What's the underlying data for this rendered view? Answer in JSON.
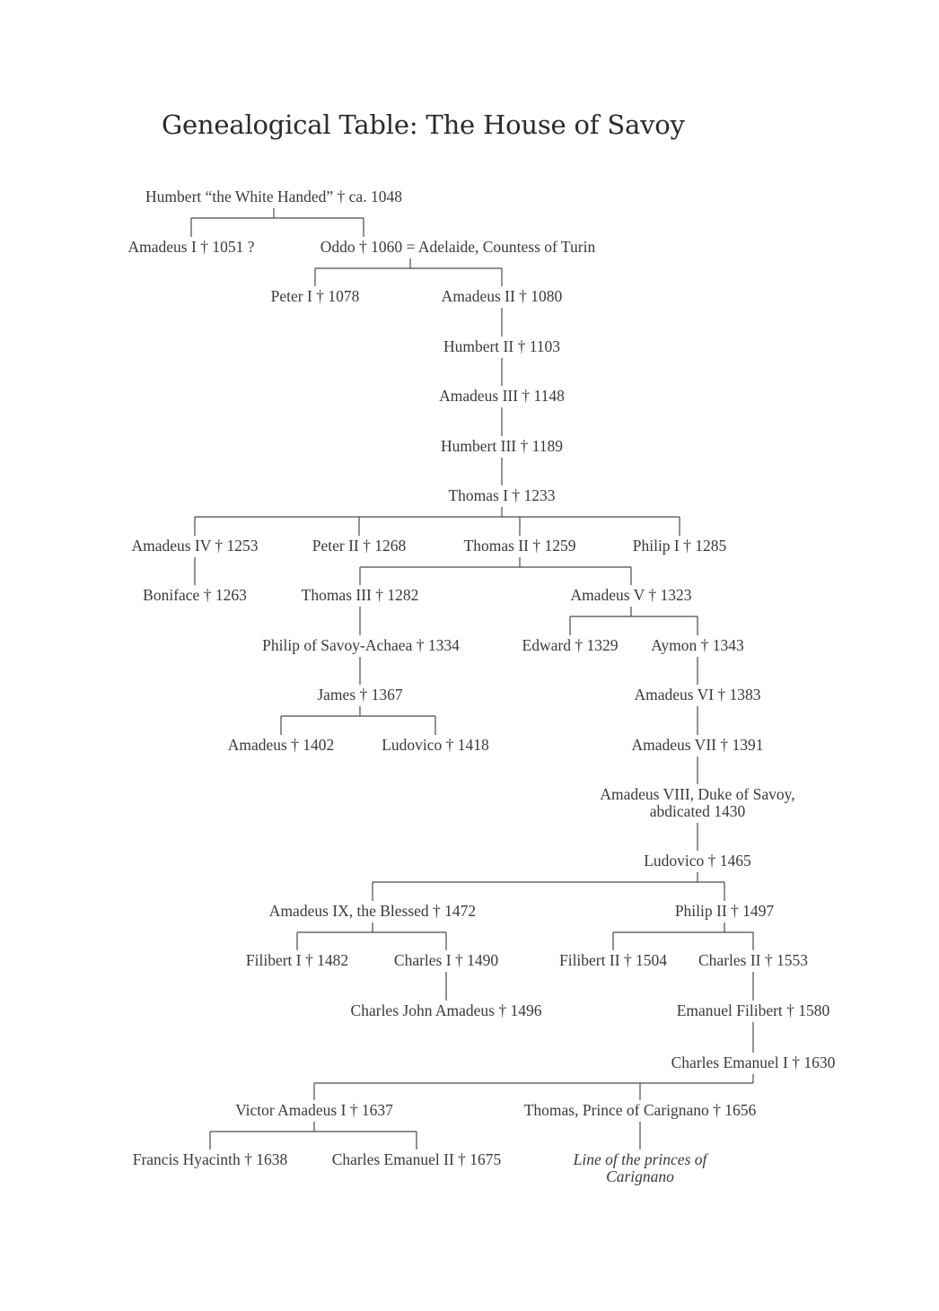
{
  "title": "Genealogical Table: The House of Savoy",
  "colors": {
    "text": "#3a3a3a",
    "line": "#4a4a4a",
    "background": "#ffffff"
  },
  "nodes": [
    {
      "id": "humbert-white-handed",
      "label": "Humbert “the White Handed” † ca. 1048"
    },
    {
      "id": "amadeus-i",
      "label": "Amadeus I † 1051 ?"
    },
    {
      "id": "oddo",
      "label": "Oddo † 1060 = Adelaide, Countess of Turin"
    },
    {
      "id": "peter-i",
      "label": "Peter I † 1078"
    },
    {
      "id": "amadeus-ii",
      "label": "Amadeus  II † 1080"
    },
    {
      "id": "humbert-ii",
      "label": "Humbert II † 1103"
    },
    {
      "id": "amadeus-iii",
      "label": "Amadeus III † 1148"
    },
    {
      "id": "humbert-iii",
      "label": "Humbert III † 1189"
    },
    {
      "id": "thomas-i",
      "label": "Thomas I † 1233"
    },
    {
      "id": "amadeus-iv",
      "label": "Amadeus IV † 1253"
    },
    {
      "id": "peter-ii",
      "label": "Peter II † 1268"
    },
    {
      "id": "thomas-ii",
      "label": "Thomas II † 1259"
    },
    {
      "id": "philip-i",
      "label": "Philip I † 1285"
    },
    {
      "id": "boniface",
      "label": "Boniface † 1263"
    },
    {
      "id": "thomas-iii",
      "label": "Thomas III † 1282"
    },
    {
      "id": "amadeus-v",
      "label": "Amadeus V † 1323"
    },
    {
      "id": "philip-savoy-achaea",
      "label": "Philip of Savoy-Achaea † 1334"
    },
    {
      "id": "edward",
      "label": "Edward † 1329"
    },
    {
      "id": "aymon",
      "label": "Aymon † 1343"
    },
    {
      "id": "james",
      "label": "James † 1367"
    },
    {
      "id": "amadeus-vi",
      "label": "Amadeus VI † 1383"
    },
    {
      "id": "amadeus-1402",
      "label": "Amadeus † 1402"
    },
    {
      "id": "ludovico-1418",
      "label": "Ludovico † 1418"
    },
    {
      "id": "amadeus-vii",
      "label": "Amadeus VII † 1391"
    },
    {
      "id": "amadeus-viii",
      "label": "Amadeus VIII, Duke of Savoy,\nabdicated 1430"
    },
    {
      "id": "ludovico-1465",
      "label": "Ludovico † 1465"
    },
    {
      "id": "amadeus-ix",
      "label": "Amadeus IX, the Blessed † 1472"
    },
    {
      "id": "philip-ii",
      "label": "Philip II † 1497"
    },
    {
      "id": "filibert-i",
      "label": "Filibert I † 1482"
    },
    {
      "id": "charles-i",
      "label": "Charles I † 1490"
    },
    {
      "id": "filibert-ii",
      "label": "Filibert II † 1504"
    },
    {
      "id": "charles-ii",
      "label": "Charles II † 1553"
    },
    {
      "id": "charles-john-amadeus",
      "label": "Charles John Amadeus † 1496"
    },
    {
      "id": "emanuel-filibert",
      "label": "Emanuel Filibert † 1580"
    },
    {
      "id": "charles-emanuel-i",
      "label": "Charles Emanuel I † 1630"
    },
    {
      "id": "victor-amadeus-i",
      "label": "Victor Amadeus I † 1637"
    },
    {
      "id": "thomas-carignano",
      "label": "Thomas, Prince of Carignano † 1656"
    },
    {
      "id": "francis-hyacinth",
      "label": "Francis Hyacinth † 1638"
    },
    {
      "id": "charles-emanuel-ii",
      "label": "Charles Emanuel II † 1675"
    },
    {
      "id": "line-carignano",
      "label": "Line of the princes of\nCarignano",
      "italic": true
    }
  ],
  "edges": [
    [
      "humbert-white-handed",
      "amadeus-i"
    ],
    [
      "humbert-white-handed",
      "oddo"
    ],
    [
      "oddo",
      "peter-i"
    ],
    [
      "oddo",
      "amadeus-ii"
    ],
    [
      "amadeus-ii",
      "humbert-ii"
    ],
    [
      "humbert-ii",
      "amadeus-iii"
    ],
    [
      "amadeus-iii",
      "humbert-iii"
    ],
    [
      "humbert-iii",
      "thomas-i"
    ],
    [
      "thomas-i",
      "amadeus-iv"
    ],
    [
      "thomas-i",
      "peter-ii"
    ],
    [
      "thomas-i",
      "thomas-ii"
    ],
    [
      "thomas-i",
      "philip-i"
    ],
    [
      "amadeus-iv",
      "boniface"
    ],
    [
      "thomas-ii",
      "thomas-iii"
    ],
    [
      "thomas-ii",
      "amadeus-v"
    ],
    [
      "thomas-iii",
      "philip-savoy-achaea"
    ],
    [
      "amadeus-v",
      "edward"
    ],
    [
      "amadeus-v",
      "aymon"
    ],
    [
      "philip-savoy-achaea",
      "james"
    ],
    [
      "aymon",
      "amadeus-vi"
    ],
    [
      "james",
      "amadeus-1402"
    ],
    [
      "james",
      "ludovico-1418"
    ],
    [
      "amadeus-vi",
      "amadeus-vii"
    ],
    [
      "amadeus-vii",
      "amadeus-viii"
    ],
    [
      "amadeus-viii",
      "ludovico-1465"
    ],
    [
      "ludovico-1465",
      "amadeus-ix"
    ],
    [
      "ludovico-1465",
      "philip-ii"
    ],
    [
      "amadeus-ix",
      "filibert-i"
    ],
    [
      "amadeus-ix",
      "charles-i"
    ],
    [
      "philip-ii",
      "filibert-ii"
    ],
    [
      "philip-ii",
      "charles-ii"
    ],
    [
      "charles-i",
      "charles-john-amadeus"
    ],
    [
      "charles-ii",
      "emanuel-filibert"
    ],
    [
      "emanuel-filibert",
      "charles-emanuel-i"
    ],
    [
      "charles-emanuel-i",
      "victor-amadeus-i"
    ],
    [
      "charles-emanuel-i",
      "thomas-carignano"
    ],
    [
      "victor-amadeus-i",
      "francis-hyacinth"
    ],
    [
      "victor-amadeus-i",
      "charles-emanuel-ii"
    ],
    [
      "thomas-carignano",
      "line-carignano"
    ]
  ]
}
